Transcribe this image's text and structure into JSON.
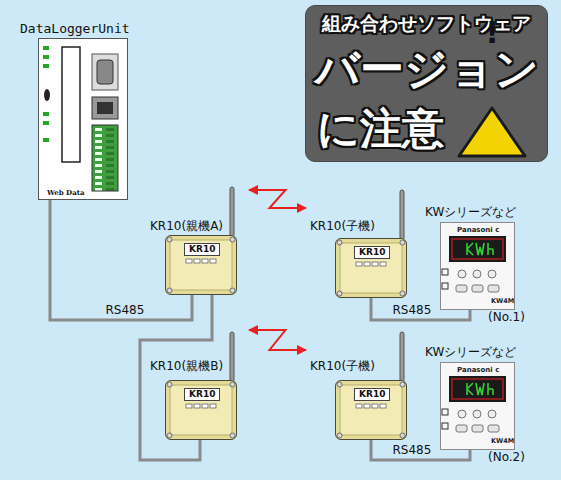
{
  "diagram": {
    "nodes": [
      {
        "text": [
          "DataLoggerUnit",
          "Web Data"
        ]
      },
      {
        "text": [
          "組み合わせソフトウェア",
          "バージョン",
          "に注意"
        ]
      },
      {
        "text": [
          "!"
        ],
        "in": 1
      },
      {
        "text": [
          "KR10(親機A)",
          "KR10"
        ]
      },
      {
        "text": [
          "KR10(子機)",
          "KR10"
        ]
      },
      {
        "text": [
          "KWシリーズなど",
          "Panasoni c",
          "KW4M",
          "(No.1)"
        ]
      },
      {
        "text": [
          "KR10(親機B)",
          "KR10"
        ]
      },
      {
        "text": [
          "KR10(子機)",
          "KR10"
        ]
      },
      {
        "text": [
          "KWシリーズなど",
          "Panasoni c",
          "KW4M",
          "(No.2)"
        ]
      }
    ],
    "edges": [
      {
        "from": 0,
        "to": 3,
        "arrow": "none",
        "label": "RS485"
      },
      {
        "from": 3,
        "to": 6,
        "arrow": "none"
      },
      {
        "from": 3,
        "to": 4,
        "arrow": "both"
      },
      {
        "from": 6,
        "to": 7,
        "arrow": "both"
      },
      {
        "from": 4,
        "to": 5,
        "arrow": "none",
        "label": "RS485"
      },
      {
        "from": 7,
        "to": 8,
        "arrow": "none",
        "label": "RS485"
      }
    ]
  }
}
